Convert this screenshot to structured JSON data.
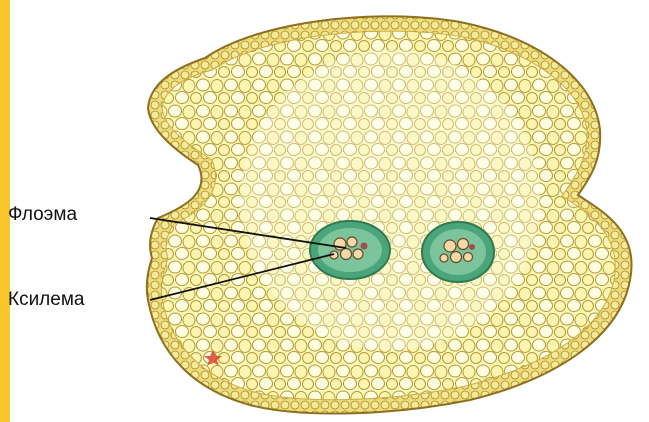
{
  "labels": {
    "phloem": "Флоэма",
    "xylem": "Ксилема"
  },
  "colors": {
    "accent_strip": "#f6c62a",
    "parenchyma_fill": "#fbf7b5",
    "cell_wall": "#b59a3a",
    "outer_cells": "#eedc7a",
    "bundle_ring": "#3f9a6a",
    "xylem_cells": "#f3d9a6",
    "leader_line": "#111111"
  },
  "icons": {
    "marker": "red-star-mark"
  }
}
